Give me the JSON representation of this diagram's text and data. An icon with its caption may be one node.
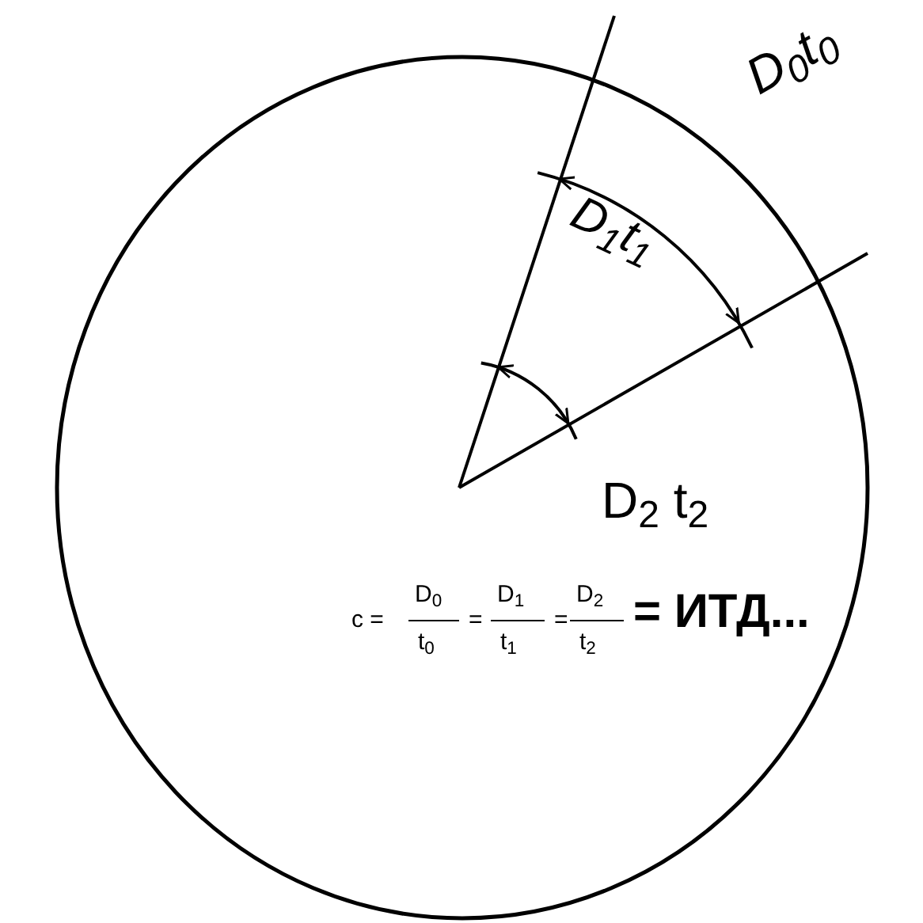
{
  "diagram": {
    "labels": [
      "D$_{0}$t$_{0}$",
      "D$_{1}$t$_{1}$",
      "D$_{2}$ t$_{2}$",
      "c =",
      "D$_{0}$",
      "t$_{0}$",
      "=",
      "D$_{1}$",
      "t$_{1}$",
      "=",
      "D$_{2}$",
      "t$_{2}$",
      "= ИТД..."
    ]
  }
}
